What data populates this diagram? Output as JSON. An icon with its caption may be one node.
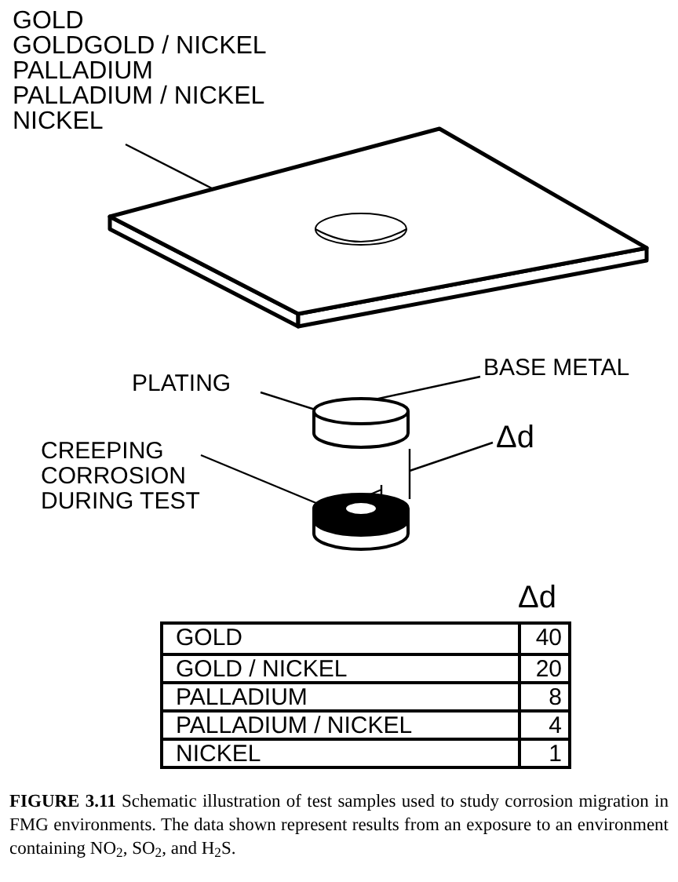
{
  "diagram": {
    "caption": "**FIGURE 3.11** Schematic illustration of test samples used to study corrosion migration in FMG environments. The data shown represent results from an exposure to an environment containing NO$_{2}$, SO$_{2}$, and H$_{2}$S.",
    "nodes": [
      {
        "text": [
          "GOLD",
          "GOLDGOLD / NICKEL",
          "PALLADIUM",
          "PALLADIUM / NICKEL",
          "NICKEL"
        ]
      },
      {
        "text": [],
        "shape": "picture"
      },
      {
        "text": [
          "PLATING"
        ]
      },
      {
        "text": [
          "BASE METAL"
        ]
      },
      {
        "text": [
          "Δd"
        ]
      },
      {
        "text": [
          "CREEPING CORROSION DURING TEST"
        ]
      },
      {
        "text": [],
        "shape": "cylinder"
      },
      {
        "text": [],
        "shape": "cylinder"
      }
    ],
    "edges": [
      {
        "from": 0,
        "to": 1,
        "arrow": "none"
      },
      {
        "from": 2,
        "to": 6,
        "arrow": "none"
      },
      {
        "from": 3,
        "to": 6,
        "arrow": "none"
      },
      {
        "from": 4,
        "to": null,
        "arrow": "none"
      },
      {
        "from": 5,
        "to": 7,
        "arrow": "none"
      }
    ],
    "labels": [
      "Δd",
      "GOLD",
      "40",
      "GOLD / NICKEL",
      "20",
      "PALLADIUM",
      "8",
      "PALLADIUM / NICKEL",
      "4",
      "NICKEL",
      "1"
    ]
  }
}
